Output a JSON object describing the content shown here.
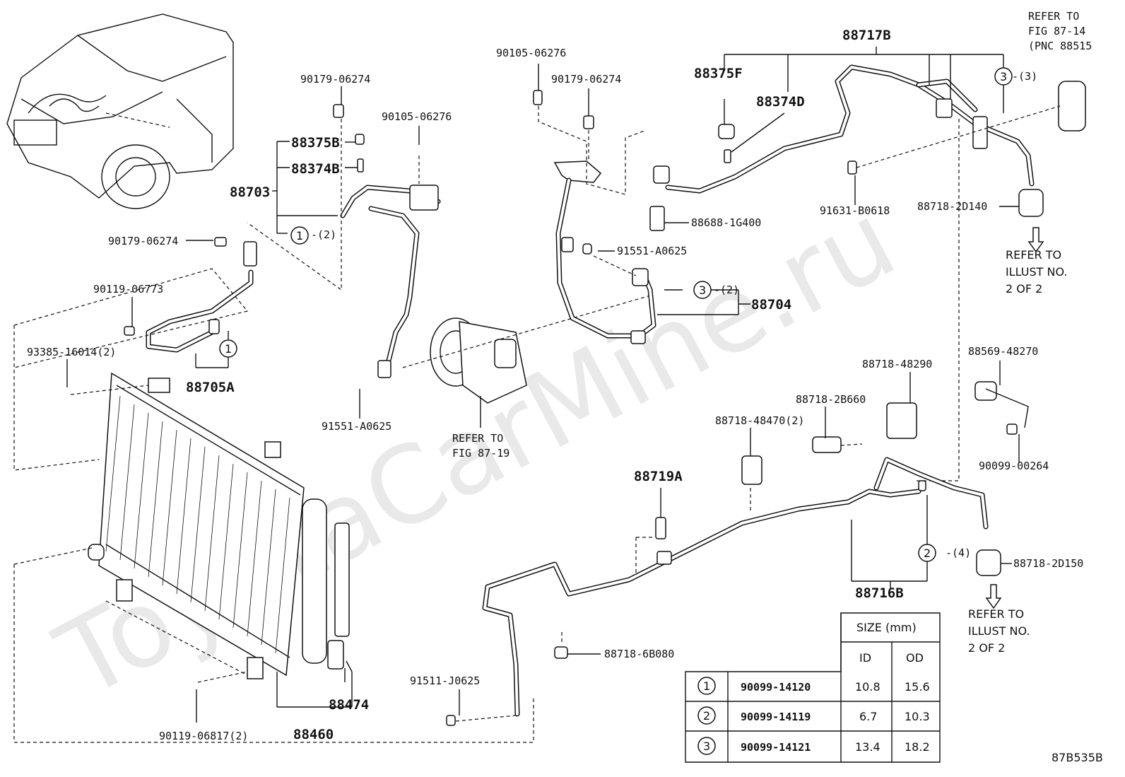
{
  "watermark": "ToyotaCarMine.ru",
  "diagram_code": "87B535B",
  "refer_top": [
    "REFER TO",
    "FIG 87-14",
    "(PNC 88515"
  ],
  "refer_compressor": [
    "REFER TO",
    "FIG 87-19"
  ],
  "refer_illust_1": [
    "REFER TO",
    "ILLUST NO.",
    "2 OF 2"
  ],
  "refer_illust_2": [
    "REFER TO",
    "ILLUST NO.",
    "2 OF 2"
  ],
  "labels": {
    "p90179_a": "90179-06274",
    "p90105_a": "90105-06276",
    "p88375B": "88375B",
    "p88374B": "88374B",
    "p88703": "88703",
    "c1_2": "-(2)",
    "p90179_b": "90179-06274",
    "p90119_a": "90119-06773",
    "p93385": "93385-16014(2)",
    "p88705A": "88705A",
    "p91551_a": "91551-A0625",
    "refer_fig": "",
    "p90105_b": "90105-06276",
    "p90179_c": "90179-06274",
    "p88375F": "88375F",
    "p88374D": "88374D",
    "p88717B": "88717B",
    "c3_3": "-(3)",
    "p88688": "88688-1G400",
    "p91551_b": "91551-A0625",
    "c3_2": "-(2)",
    "p88704": "88704",
    "p91631": "91631-B0618",
    "p88718_2D140": "88718-2D140",
    "p88718_48290": "88718-48290",
    "p88718_2B660": "88718-2B660",
    "p88718_48470": "88718-48470(2)",
    "p88719A": "88719A",
    "p88569": "88569-48270",
    "p90099_00264": "90099-00264",
    "c2_4": "-(4)",
    "p88718_2D150": "88718-2D150",
    "p88716B": "88716B",
    "p88718_6B080": "88718-6B080",
    "p91511": "91511-J0625",
    "p88474": "88474",
    "p88460": "88460",
    "p90119_b": "90119-06817(2)"
  },
  "circle_nums": {
    "one": "1",
    "two": "2",
    "three": "3"
  },
  "size_table": {
    "header": "SIZE (mm)",
    "col_id": "ID",
    "col_od": "OD",
    "rows": [
      {
        "num": "1",
        "part": "90099-14120",
        "id": "10.8",
        "od": "15.6"
      },
      {
        "num": "2",
        "part": "90099-14119",
        "id": "6.7",
        "od": "10.3"
      },
      {
        "num": "3",
        "part": "90099-14121",
        "id": "13.4",
        "od": "18.2"
      }
    ]
  }
}
